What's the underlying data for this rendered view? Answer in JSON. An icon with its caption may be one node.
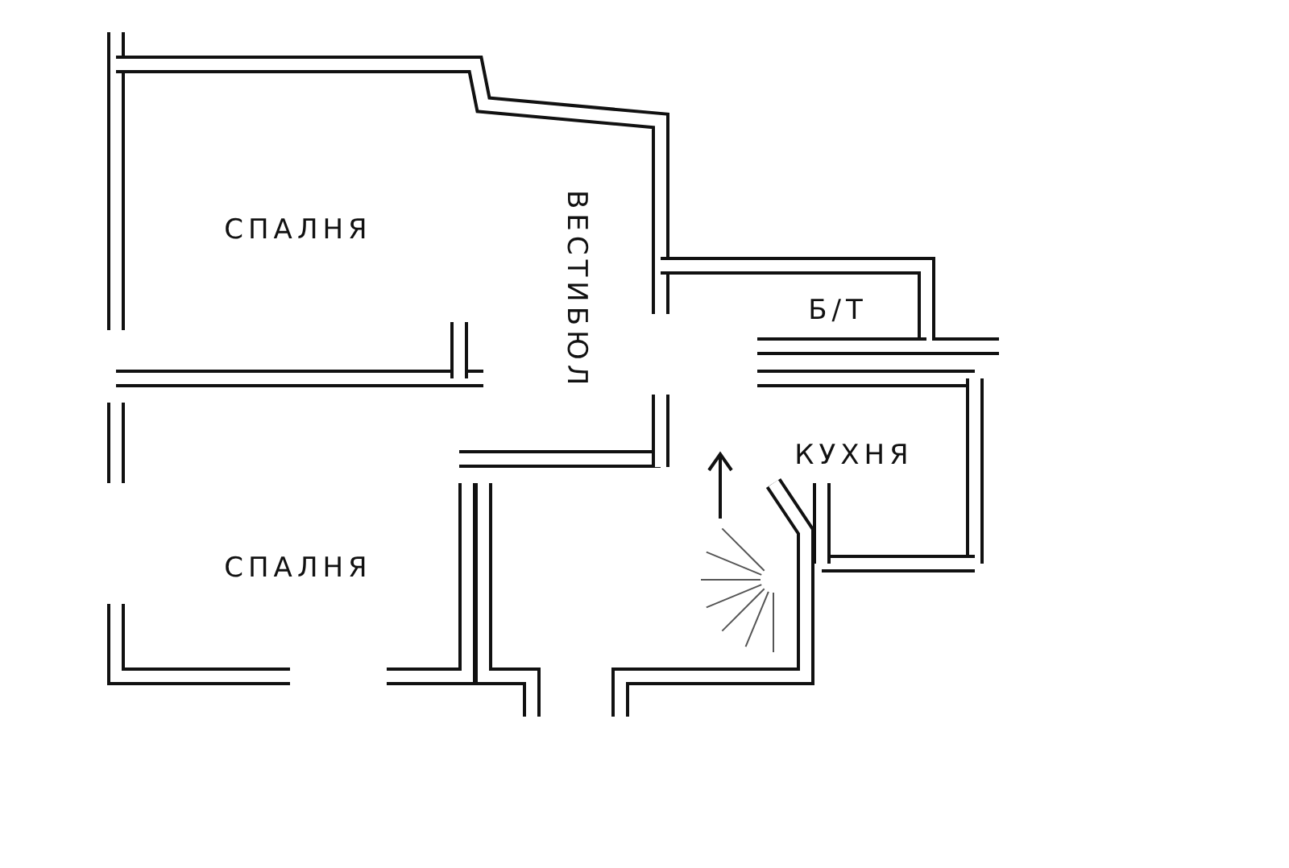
{
  "diagram": {
    "nodes": [
      {
        "text": [
          "СПАЛНЯ"
        ]
      },
      {
        "text": [
          "ВЕСТИБЮЛ"
        ]
      },
      {
        "text": [
          "Б/Т"
        ]
      },
      {
        "text": [
          "КУХНЯ"
        ]
      },
      {
        "text": [
          "СПАЛНЯ"
        ]
      }
    ]
  }
}
